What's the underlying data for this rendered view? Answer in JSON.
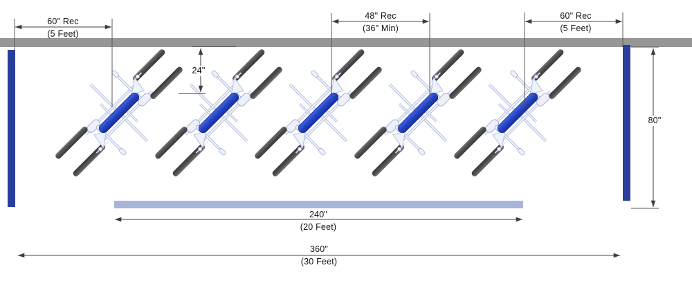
{
  "diagram": {
    "kind": "bike-parking-layout-plan",
    "bike_cluster_count": 5
  },
  "dims": {
    "left_clearance": {
      "main": "60\" Rec",
      "sub": "(5 Feet)"
    },
    "stall_spacing": {
      "main": "48\" Rec",
      "sub": "(36\" Min)"
    },
    "right_clearance": {
      "main": "60\" Rec",
      "sub": "(5 Feet)"
    },
    "wall_offset": {
      "main": "24\""
    },
    "stall_depth": {
      "main": "80\""
    },
    "aisle_length": {
      "main": "240\"",
      "sub": "(20 Feet)"
    },
    "overall_length": {
      "main": "360\"",
      "sub": "(30 Feet)"
    }
  },
  "colors": {
    "wall_gray": "#979797",
    "end_post_blue": "#2a3f9c",
    "aisle_stripe_blue": "#a9b4da",
    "rack_bar_blue": "#2743c5",
    "tire_gray": "#4a4a4a",
    "bike_white": "#f2f5fd",
    "bike_outline": "#b4bedd",
    "dim_line": "#4a4a4a",
    "dim_text": "#111111"
  }
}
